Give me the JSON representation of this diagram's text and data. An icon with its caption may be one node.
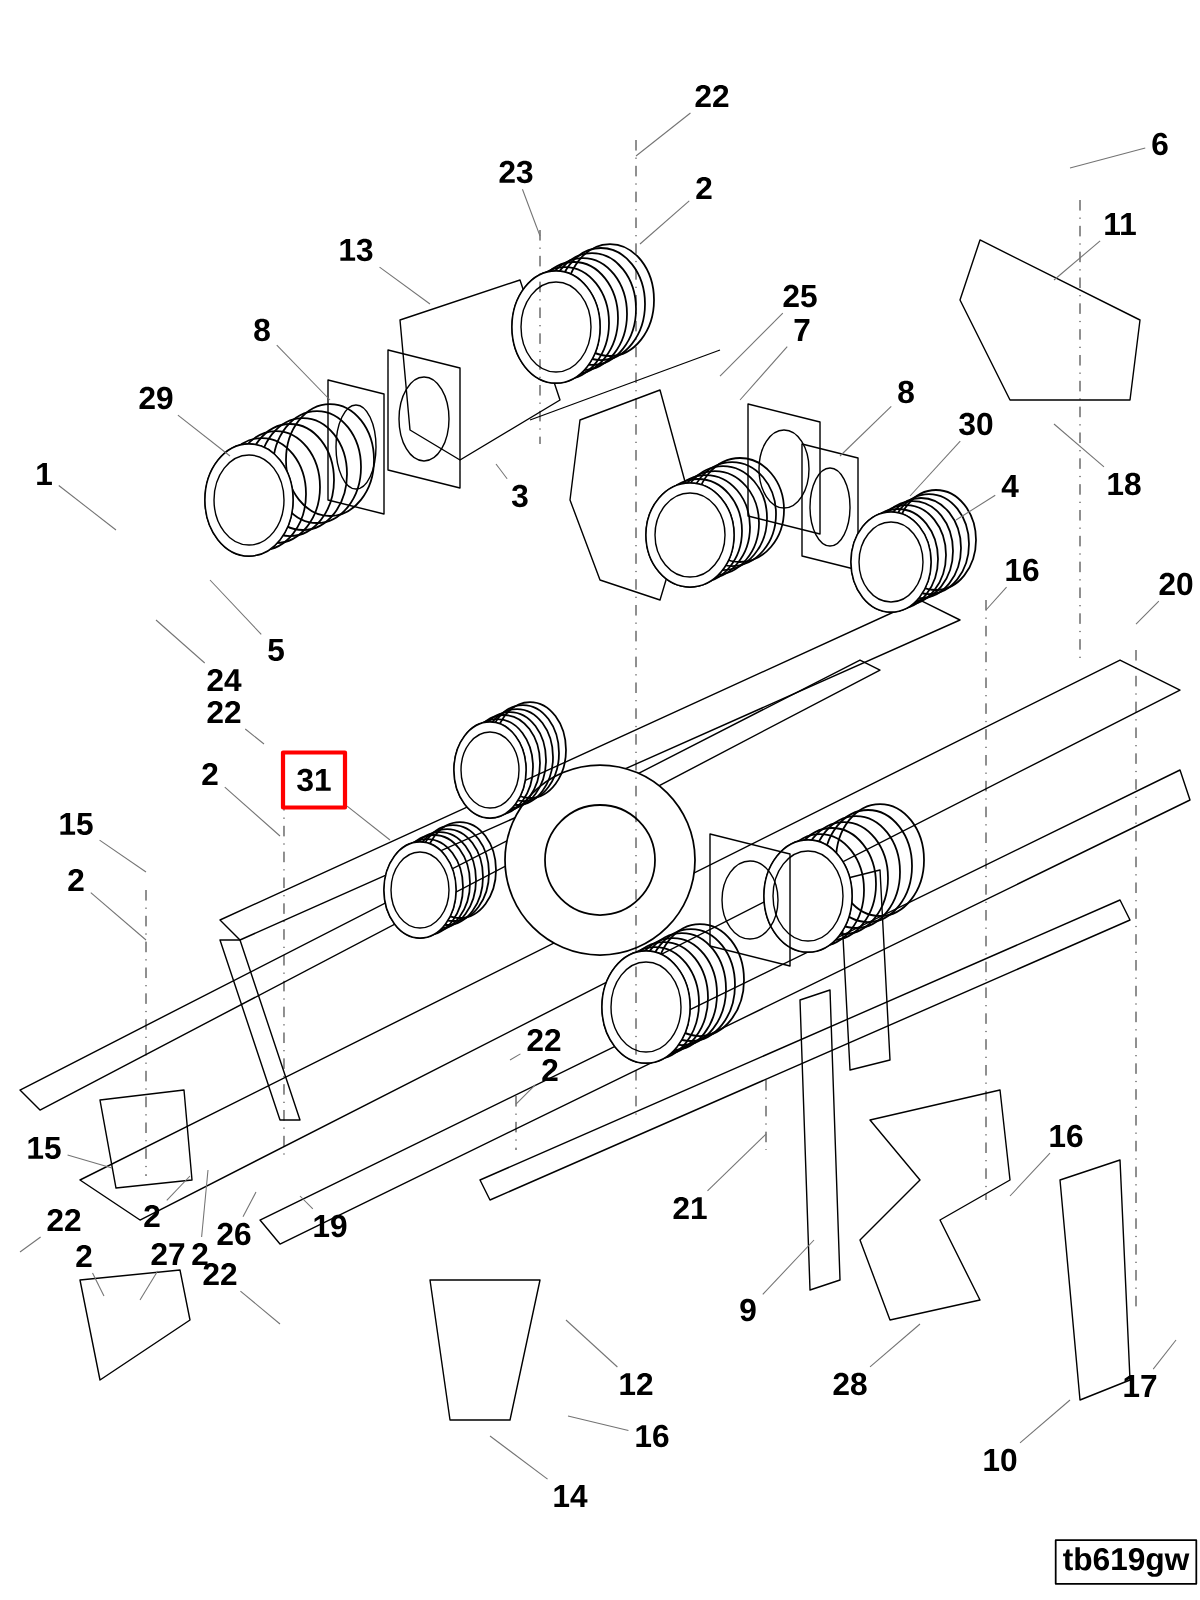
{
  "diagram": {
    "nodes": [
      {
        "text": [
          "22"
        ]
      },
      {
        "text": [
          "23"
        ]
      },
      {
        "text": [
          "2"
        ]
      },
      {
        "text": [
          "6"
        ]
      },
      {
        "text": [
          "11"
        ]
      },
      {
        "text": [
          "13"
        ]
      },
      {
        "text": [
          "25"
        ]
      },
      {
        "text": [
          "7"
        ]
      },
      {
        "text": [
          "8"
        ]
      },
      {
        "text": [
          "8"
        ]
      },
      {
        "text": [
          "29"
        ]
      },
      {
        "text": [
          "30"
        ]
      },
      {
        "text": [
          "1"
        ]
      },
      {
        "text": [
          "18"
        ]
      },
      {
        "text": [
          "4"
        ]
      },
      {
        "text": [
          "3"
        ]
      },
      {
        "text": [
          "16"
        ]
      },
      {
        "text": [
          "20"
        ]
      },
      {
        "text": [
          "5"
        ]
      },
      {
        "text": [
          "24"
        ]
      },
      {
        "text": [
          "22"
        ]
      },
      {
        "text": [
          "2"
        ]
      },
      {
        "text": [
          "31"
        ]
      },
      {
        "text": [
          "15"
        ]
      },
      {
        "text": [
          "2"
        ]
      },
      {
        "text": [
          "22"
        ]
      },
      {
        "text": [
          "2"
        ]
      },
      {
        "text": [
          "15"
        ]
      },
      {
        "text": [
          "16"
        ]
      },
      {
        "text": [
          "21"
        ]
      },
      {
        "text": [
          "22"
        ]
      },
      {
        "text": [
          "2"
        ]
      },
      {
        "text": [
          "2"
        ]
      },
      {
        "text": [
          "27"
        ]
      },
      {
        "text": [
          "2"
        ]
      },
      {
        "text": [
          "26"
        ]
      },
      {
        "text": [
          "19"
        ]
      },
      {
        "text": [
          "22"
        ]
      },
      {
        "text": [
          "9"
        ]
      },
      {
        "text": [
          "12"
        ]
      },
      {
        "text": [
          "28"
        ]
      },
      {
        "text": [
          "17"
        ]
      },
      {
        "text": [
          "16"
        ]
      },
      {
        "text": [
          "10"
        ]
      },
      {
        "text": [
          "14"
        ]
      },
      {
        "text": [
          "tb619gw"
        ]
      }
    ],
    "edges": [
      {
        "from": 0,
        "to": null,
        "arrow": "none"
      },
      {
        "from": 1,
        "to": null,
        "arrow": "none"
      },
      {
        "from": 2,
        "to": null,
        "arrow": "none"
      },
      {
        "from": 3,
        "to": null,
        "arrow": "none"
      },
      {
        "from": 4,
        "to": null,
        "arrow": "none"
      },
      {
        "from": 5,
        "to": null,
        "arrow": "none"
      },
      {
        "from": 6,
        "to": null,
        "arrow": "none"
      },
      {
        "from": 7,
        "to": null,
        "arrow": "none"
      },
      {
        "from": 8,
        "to": null,
        "arrow": "none"
      },
      {
        "from": 9,
        "to": null,
        "arrow": "none"
      },
      {
        "from": 10,
        "to": null,
        "arrow": "none"
      },
      {
        "from": 11,
        "to": null,
        "arrow": "none"
      },
      {
        "from": 12,
        "to": null,
        "arrow": "none"
      },
      {
        "from": 13,
        "to": null,
        "arrow": "none"
      },
      {
        "from": 14,
        "to": null,
        "arrow": "none"
      },
      {
        "from": 15,
        "to": null,
        "arrow": "none"
      },
      {
        "from": 16,
        "to": null,
        "arrow": "none"
      },
      {
        "from": 17,
        "to": null,
        "arrow": "none"
      },
      {
        "from": 18,
        "to": null,
        "arrow": "none"
      },
      {
        "from": 19,
        "to": null,
        "arrow": "none"
      },
      {
        "from": 20,
        "to": null,
        "arrow": "none"
      },
      {
        "from": 21,
        "to": null,
        "arrow": "none"
      },
      {
        "from": 22,
        "to": null,
        "arrow": "none"
      },
      {
        "from": 23,
        "to": null,
        "arrow": "none"
      },
      {
        "from": 24,
        "to": null,
        "arrow": "none"
      },
      {
        "from": 25,
        "to": null,
        "arrow": "none"
      },
      {
        "from": 26,
        "to": null,
        "arrow": "none"
      },
      {
        "from": 27,
        "to": null,
        "arrow": "none"
      },
      {
        "from": 28,
        "to": null,
        "arrow": "none"
      },
      {
        "from": 29,
        "to": null,
        "arrow": "none"
      },
      {
        "from": 30,
        "to": null,
        "arrow": "none"
      },
      {
        "from": 31,
        "to": null,
        "arrow": "none"
      },
      {
        "from": 32,
        "to": null,
        "arrow": "none"
      },
      {
        "from": 33,
        "to": null,
        "arrow": "none"
      },
      {
        "from": 34,
        "to": null,
        "arrow": "none"
      },
      {
        "from": 35,
        "to": null,
        "arrow": "none"
      },
      {
        "from": 36,
        "to": null,
        "arrow": "none"
      },
      {
        "from": 37,
        "to": null,
        "arrow": "none"
      },
      {
        "from": 38,
        "to": null,
        "arrow": "none"
      },
      {
        "from": 39,
        "to": null,
        "arrow": "none"
      },
      {
        "from": 40,
        "to": null,
        "arrow": "none"
      },
      {
        "from": 41,
        "to": null,
        "arrow": "none"
      },
      {
        "from": 42,
        "to": null,
        "arrow": "none"
      },
      {
        "from": 43,
        "to": null,
        "arrow": "none"
      },
      {
        "from": 44,
        "to": null,
        "arrow": "none"
      }
    ]
  }
}
